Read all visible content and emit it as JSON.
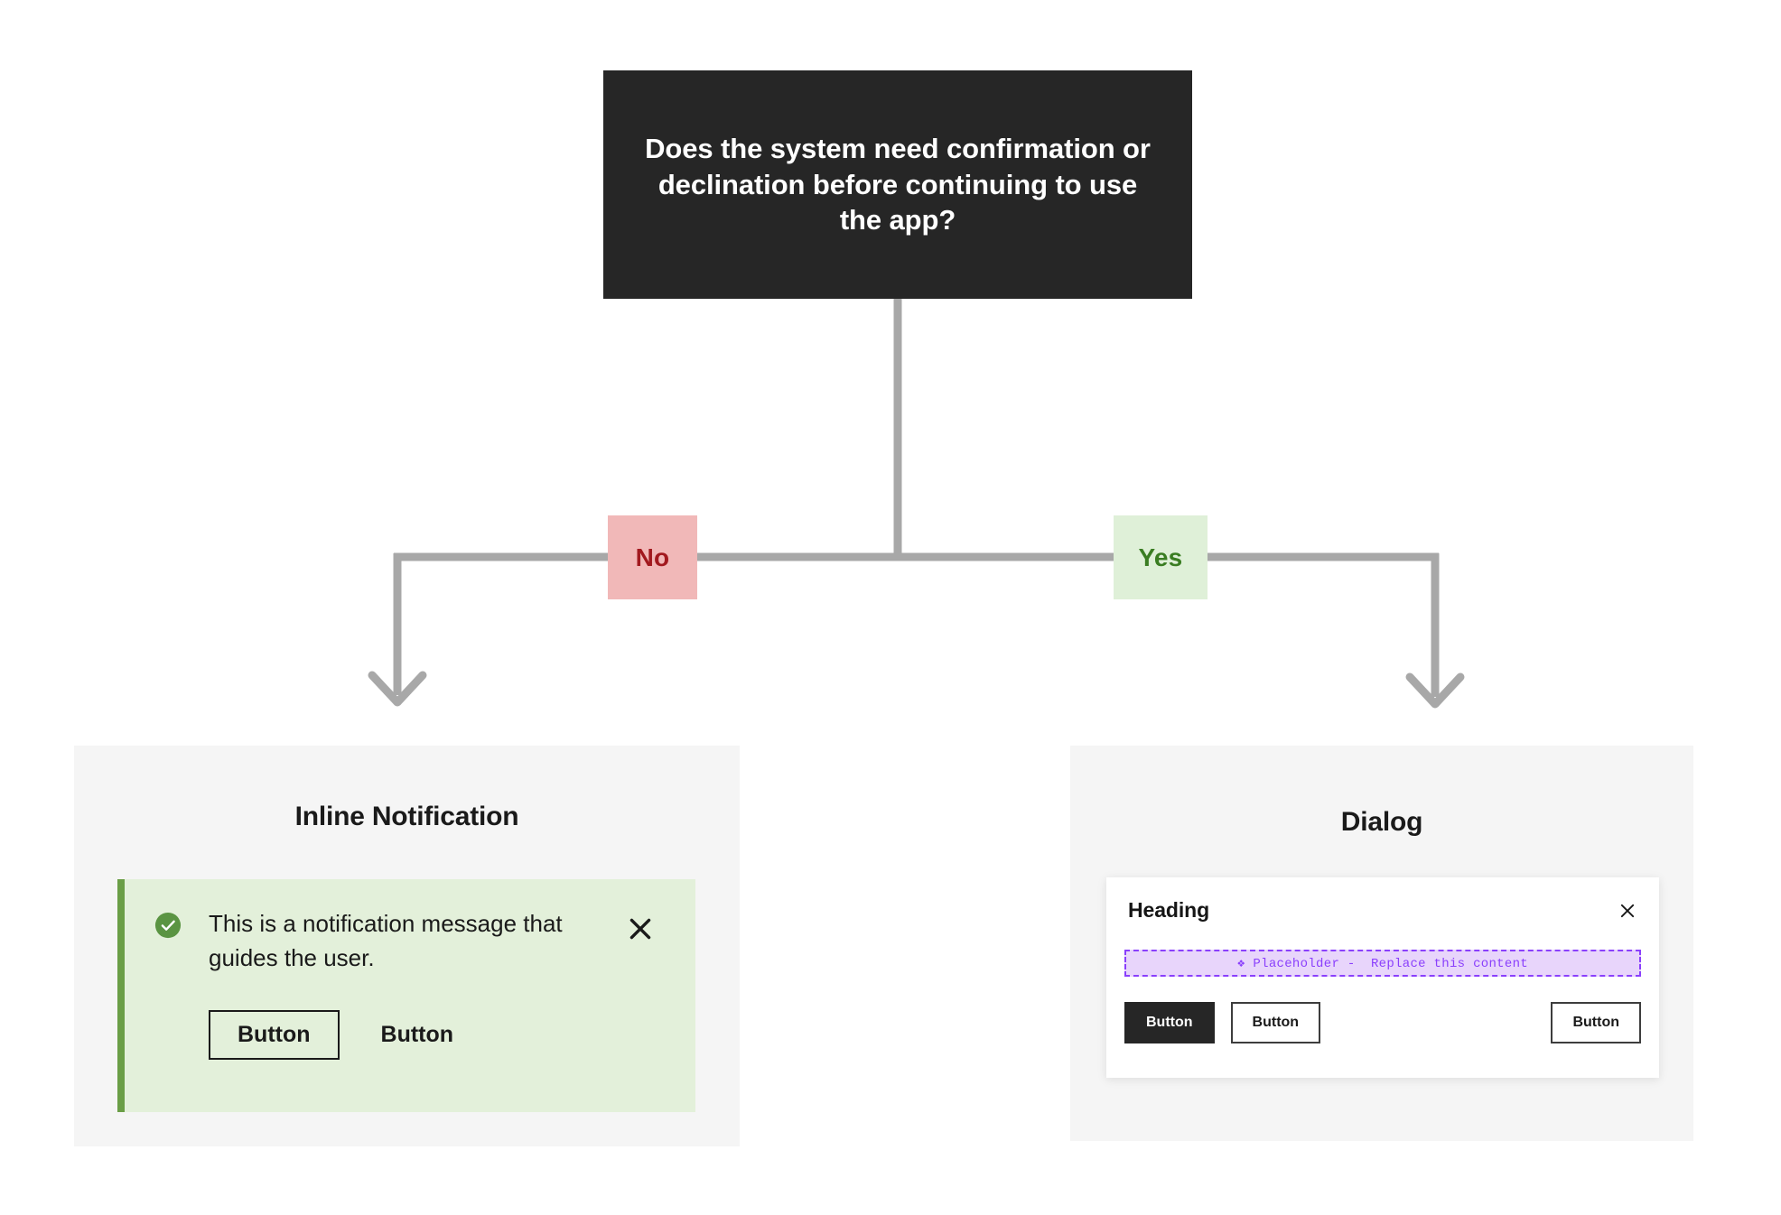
{
  "diagram": {
    "decision": {
      "question": "Does the system need confirmation or declination before continuing to use the app?"
    },
    "branches": {
      "no_label": "No",
      "yes_label": "Yes"
    },
    "colors": {
      "decision_bg": "#262626",
      "no_bg": "#f1b8b8",
      "no_text": "#a2191f",
      "yes_bg": "#dff0d8",
      "yes_text": "#3a7d22",
      "connector": "#a8a8a8",
      "card_bg": "#f5f5f5",
      "notification_bg": "#e3f0da",
      "notification_accent": "#6a9e46",
      "placeholder_accent": "#8a3ffc",
      "placeholder_bg": "#e8d5fb"
    }
  },
  "left_card": {
    "title": "Inline Notification",
    "notification": {
      "status_icon": "success-check-icon",
      "message": "This is a notification message that guides the user.",
      "close_icon": "close-icon",
      "primary_button": "Button",
      "secondary_button": "Button"
    }
  },
  "right_card": {
    "title": "Dialog",
    "dialog": {
      "heading": "Heading",
      "close_icon": "close-icon",
      "placeholder": "❖ Placeholder -  Replace this content",
      "primary_button": "Button",
      "secondary_button": "Button",
      "tertiary_button": "Button"
    }
  }
}
